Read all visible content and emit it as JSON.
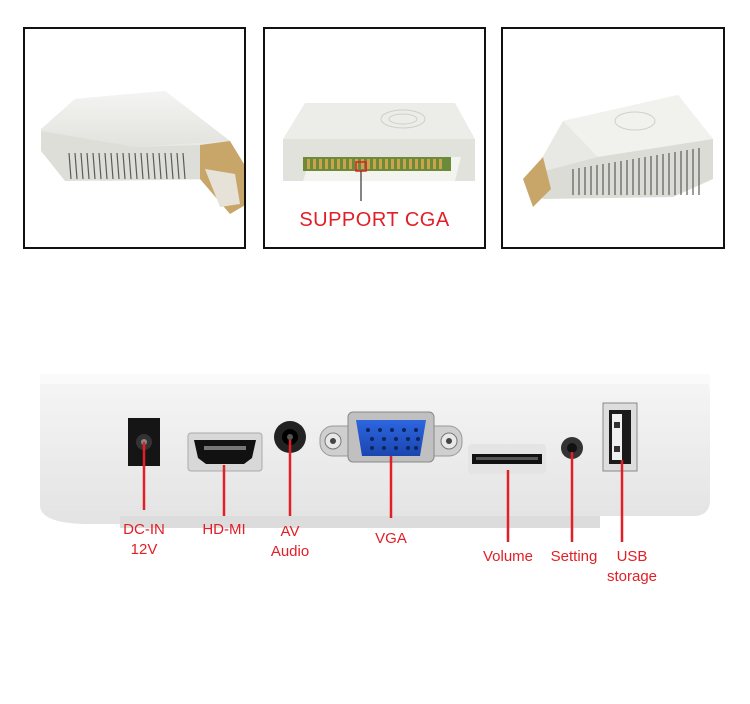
{
  "support_label": "SUPPORT CGA",
  "ports": {
    "dc_in": [
      "DC-IN",
      "12V"
    ],
    "hdmi": "HD-MI",
    "av": [
      "AV",
      "Audio"
    ],
    "vga": "VGA",
    "volume": "Volume",
    "setting": "Setting",
    "usb": [
      "USB",
      "storage"
    ]
  },
  "colors": {
    "annotation": "#e21e26",
    "frame": "#111111",
    "device_body": "#eeeeee",
    "vga_port": "#2255cc"
  }
}
